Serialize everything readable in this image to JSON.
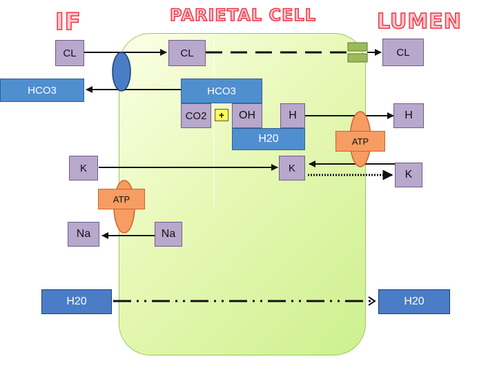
{
  "titles": {
    "left": "IF",
    "center": "PARIETAL CELL",
    "right": "LUMEN"
  },
  "labels": {
    "cl_if": "CL",
    "cl_cell": "CL",
    "cl_lumen": "CL",
    "hco3_if": "HCO3",
    "hco3_cell": "HCO3",
    "co2": "CO2",
    "plus": "+",
    "oh": "OH",
    "h_cell": "H",
    "h_lumen": "H",
    "h2o_cell": "H20",
    "atp_apical": "ATP",
    "k_if": "K",
    "k_cell": "K",
    "k_lumen": "K",
    "atp_basal": "ATP",
    "na_if": "Na",
    "na_cell": "Na",
    "h2o_if": "H20",
    "h2o_lumen": "H20"
  },
  "colors": {
    "title_fill": "#ffc7c7",
    "title_stroke": "#f0334b",
    "cell_fill": "#e7f8b6",
    "channel_blue": "#4a7dc5",
    "pump_orange": "#f79c62",
    "channel_green": "#9bbb59",
    "lavender": "#b7a8cc",
    "box_blue": "#4f8fd0"
  }
}
